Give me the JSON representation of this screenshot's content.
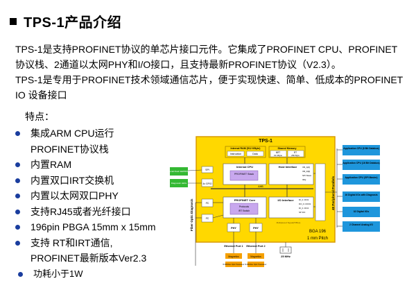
{
  "title": "TPS-1产品介绍",
  "paragraphs": [
    "TPS-1是支持PROFINET协议的单芯片接口元件。它集成了PROFINET CPU、PROFINET",
    "协议栈、2通道以太网PHY和I/O接口，且支持最新PROFINET协议（V2.3）。",
    "TPS-1是专用于PROFINET技术领域通信芯片，便于实现快速、简单、低成本的PROFINET",
    "IO 设备接口"
  ],
  "features_heading": "特点：",
  "features": [
    {
      "text": "集成ARM CPU运行",
      "bullet": true
    },
    {
      "text": "PROFINET协议栈",
      "bullet": false
    },
    {
      "text": "内置RAM",
      "bullet": true
    },
    {
      "text": "内置双口IRT交换机",
      "bullet": true
    },
    {
      "text": "内置以太网双口PHY",
      "bullet": true
    },
    {
      "text": "支持RJ45或者光纤接口",
      "bullet": true
    },
    {
      "text": "196pin PBGA 15mm x 15mm",
      "bullet": true
    },
    {
      "text": "支持 RT和IRT通信,",
      "bullet": true
    },
    {
      "text": "PROFINET最新版本Ver2.3",
      "bullet": false
    },
    {
      "text": "功耗小于1W",
      "bullet": true
    }
  ],
  "diagram": {
    "chip_title": "TPS-1",
    "internal_ram": "Internal RAM (512 KByte)",
    "instruction": "Instruction",
    "data": "Data",
    "shared_memory": "Shared Memory",
    "nrt": "NRT",
    "nrt_size": "32 KByte",
    "rt": "RT",
    "rt_size": "256 Byte",
    "internal_cpu": "Internal CPU",
    "profinet_stack": "PROFINET Stack",
    "host_interface": "Host Interface",
    "host_pins": [
      "XB_A[0]",
      "XB_D[0]",
      "SPI Slave",
      "IRQ"
    ],
    "ahb": "AHB",
    "profinet_core": "PROFINET Core",
    "protocols": "Protocols",
    "irt_switch": "IRT Switch",
    "io_interface": "I/O Interface",
    "io_pins": [
      "DI_0..DI31",
      "DO_0..DO31",
      "DI_0..DO4",
      "SP DO"
    ],
    "io_bus": "Multiplexed Signal(Tl/Bus)",
    "spi": "SPI",
    "gpio": "4x GPIO",
    "i2c_1": "I²C",
    "i2c_2": "I²C",
    "phy": "PHY",
    "serial_flash": "Serial Flash EEPROM",
    "diagnostic_leds": "Diagnostic LEDs",
    "fiber_diag": "Fiber Optic Diagnosis",
    "bga": "BGA 196",
    "pitch": "1 mm Pitch",
    "ethernet_port_1": "Ethernet Port 1",
    "ethernet_port_2": "Ethernet Port 2",
    "magnetics": "Magnetics",
    "rj45": "RJ45/Fiber Optic Transceiver",
    "clock": "25 MHz",
    "peripherals_label": "48 Peripheral Parallels",
    "app_blocks": [
      "Application CPU (8 Bit Databus)",
      "Application CPU (16 Bit Databus)",
      "Application CPU (SPI Master)",
      "16 Digital I/Os with Diagnosis",
      "32 Digital I/Os",
      "2 Channel Analog I/O"
    ],
    "colors": {
      "chip": "#ffd800",
      "chip_border": "#d89a00",
      "cpu": "#c8a8ee",
      "app": "#1e96dc",
      "green": "#34b833",
      "orange": "#f5a000"
    }
  }
}
